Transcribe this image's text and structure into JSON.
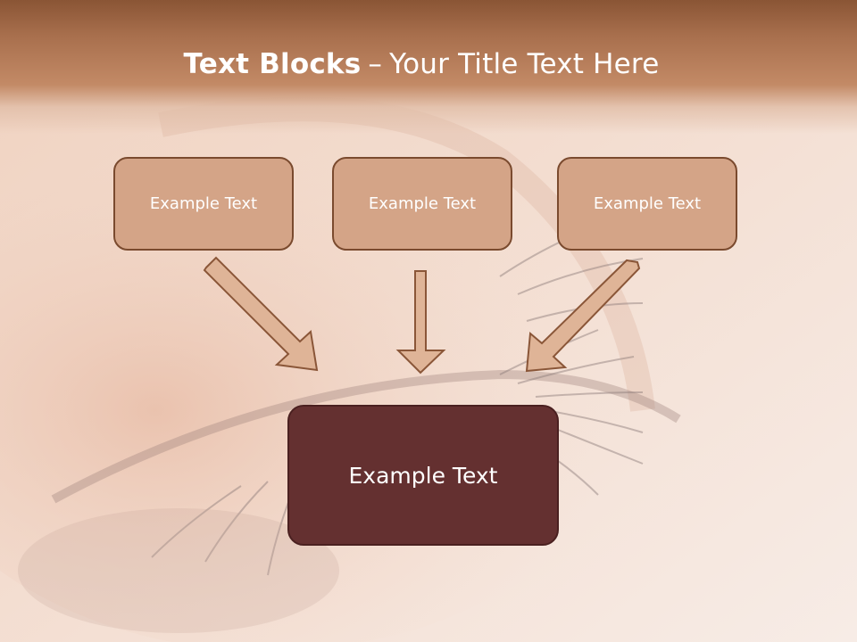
{
  "slide": {
    "title_bold": "Text Blocks",
    "title_dash": "–",
    "title_rest": "Your Title Text Here"
  },
  "blocks": {
    "top": [
      {
        "label": "Example Text"
      },
      {
        "label": "Example Text"
      },
      {
        "label": "Example Text"
      }
    ],
    "bottom": {
      "label": "Example Text"
    }
  },
  "colors": {
    "title_bar": "#a86f4d",
    "top_box_fill": "#d4a487",
    "top_box_border": "#7a4a2e",
    "bottom_box_fill": "#643030",
    "arrow_fill": "#dfb497",
    "arrow_stroke": "#8a5638"
  }
}
